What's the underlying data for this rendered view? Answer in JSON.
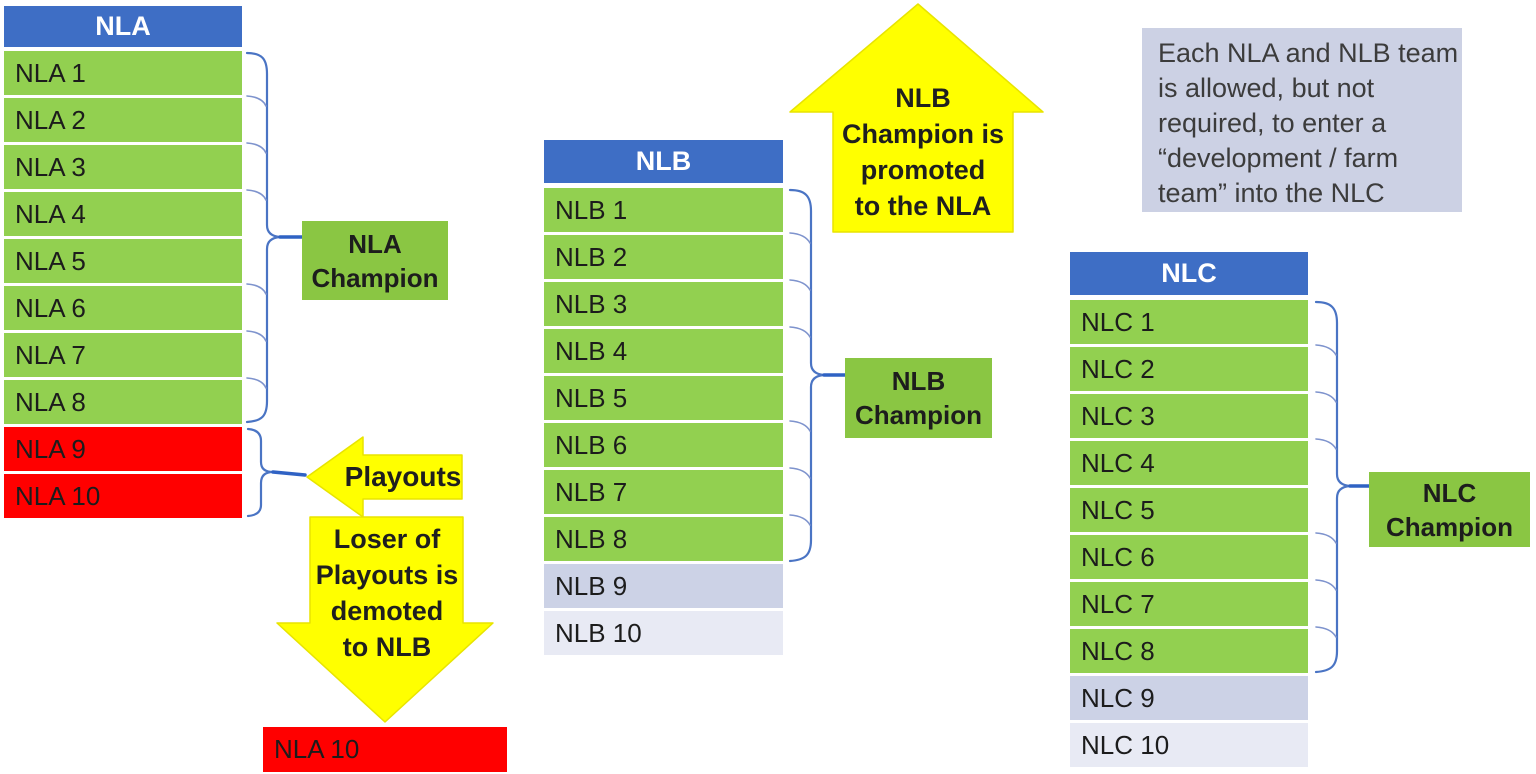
{
  "colors": {
    "header_blue": "#3e6ec5",
    "row_green": "#92d050",
    "row_red": "#ff0000",
    "row_lavender": "#ccd2e6",
    "row_lavender_light": "#e8eaf4",
    "champion_green": "#8ac643",
    "arrow_yellow": "#ffff00",
    "note_background": "#ccd1e4",
    "brace_blue": "#4a74c4"
  },
  "leagues": {
    "nla": {
      "header": "NLA",
      "rows": [
        "NLA 1",
        "NLA 2",
        "NLA 3",
        "NLA 4",
        "NLA 5",
        "NLA 6",
        "NLA 7",
        "NLA 8",
        "NLA 9",
        "NLA 10"
      ]
    },
    "nlb": {
      "header": "NLB",
      "rows": [
        "NLB 1",
        "NLB 2",
        "NLB 3",
        "NLB 4",
        "NLB 5",
        "NLB 6",
        "NLB 7",
        "NLB 8",
        "NLB 9",
        "NLB 10"
      ]
    },
    "nlc": {
      "header": "NLC",
      "rows": [
        "NLC 1",
        "NLC 2",
        "NLC 3",
        "NLC 4",
        "NLC 5",
        "NLC 6",
        "NLC 7",
        "NLC 8",
        "NLC 9",
        "NLC 10"
      ]
    }
  },
  "champions": {
    "nla": {
      "line1": "NLA",
      "line2": "Champion"
    },
    "nlb": {
      "line1": "NLB",
      "line2": "Champion"
    },
    "nlc": {
      "line1": "NLC",
      "line2": "Champion"
    }
  },
  "arrows": {
    "playouts": {
      "label": "Playouts"
    },
    "promotion": {
      "line1": "NLB",
      "line2": "Champion is",
      "line3": "promoted",
      "line4": "to the NLA"
    },
    "demotion": {
      "line1": "Loser of",
      "line2": "Playouts is",
      "line3": "demoted",
      "line4": "to NLB"
    }
  },
  "demoted_team": {
    "label": "NLA 10"
  },
  "note": {
    "line1": "Each NLA and NLB team",
    "line2": "is allowed, but not",
    "line3": "required, to enter a",
    "line4": "“development / farm",
    "line5": "team” into the NLC"
  }
}
